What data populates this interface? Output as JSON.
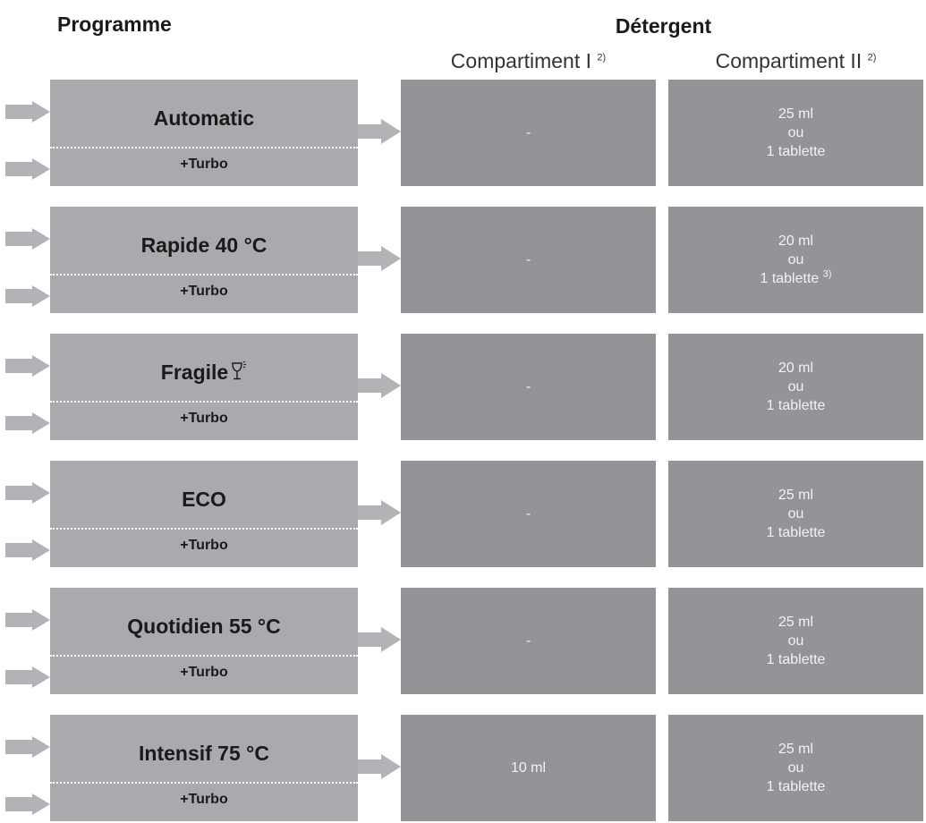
{
  "header": {
    "programme": "Programme",
    "detergent": "Détergent",
    "compartment1": "Compartiment I",
    "compartment1_note": "2)",
    "compartment2": "Compartiment II",
    "compartment2_note": "2)"
  },
  "rows": [
    {
      "programme": "Automatic",
      "icon": "",
      "option": "+Turbo",
      "compartment1": "-",
      "compartment2": [
        "25 ml",
        "ou",
        "1 tablette"
      ],
      "compartment2_note": ""
    },
    {
      "programme": "Rapide 40 °C",
      "icon": "",
      "option": "+Turbo",
      "compartment1": "-",
      "compartment2": [
        "20 ml",
        "ou",
        "1 tablette"
      ],
      "compartment2_note": "3)"
    },
    {
      "programme": "Fragile",
      "icon": "wine-glass-icon",
      "option": "+Turbo",
      "compartment1": "-",
      "compartment2": [
        "20 ml",
        "ou",
        "1 tablette"
      ],
      "compartment2_note": ""
    },
    {
      "programme": "ECO",
      "icon": "",
      "option": "+Turbo",
      "compartment1": "-",
      "compartment2": [
        "25 ml",
        "ou",
        "1 tablette"
      ],
      "compartment2_note": ""
    },
    {
      "programme": "Quotidien 55 °C",
      "icon": "",
      "option": "+Turbo",
      "compartment1": "-",
      "compartment2": [
        "25 ml",
        "ou",
        "1 tablette"
      ],
      "compartment2_note": ""
    },
    {
      "programme": "Intensif 75 °C",
      "icon": "",
      "option": "+Turbo",
      "compartment1": "10 ml",
      "compartment2": [
        "25 ml",
        "ou",
        "1 tablette"
      ],
      "compartment2_note": ""
    }
  ],
  "colors": {
    "programme_box": "#a9aaae",
    "compartment_box": "#939497",
    "arrow": "#b2b3b6",
    "divider": "#ffffff"
  }
}
